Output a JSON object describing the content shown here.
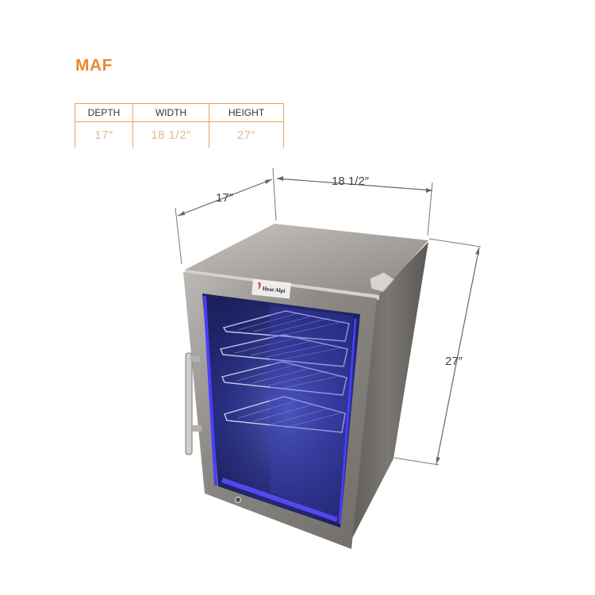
{
  "model": "MAF",
  "table": {
    "headers": [
      "DEPTH",
      "WIDTH",
      "HEIGHT"
    ],
    "values": [
      "17″",
      "18 1/2″",
      "27″"
    ]
  },
  "dimensions": {
    "depth": "17″",
    "width": "18 1/2″",
    "height": "27″"
  },
  "brand_logo_text": "Heat Alpi",
  "colors": {
    "accent": "#e8892d",
    "led": "#3b2cff",
    "steel": "#8e8b88"
  }
}
